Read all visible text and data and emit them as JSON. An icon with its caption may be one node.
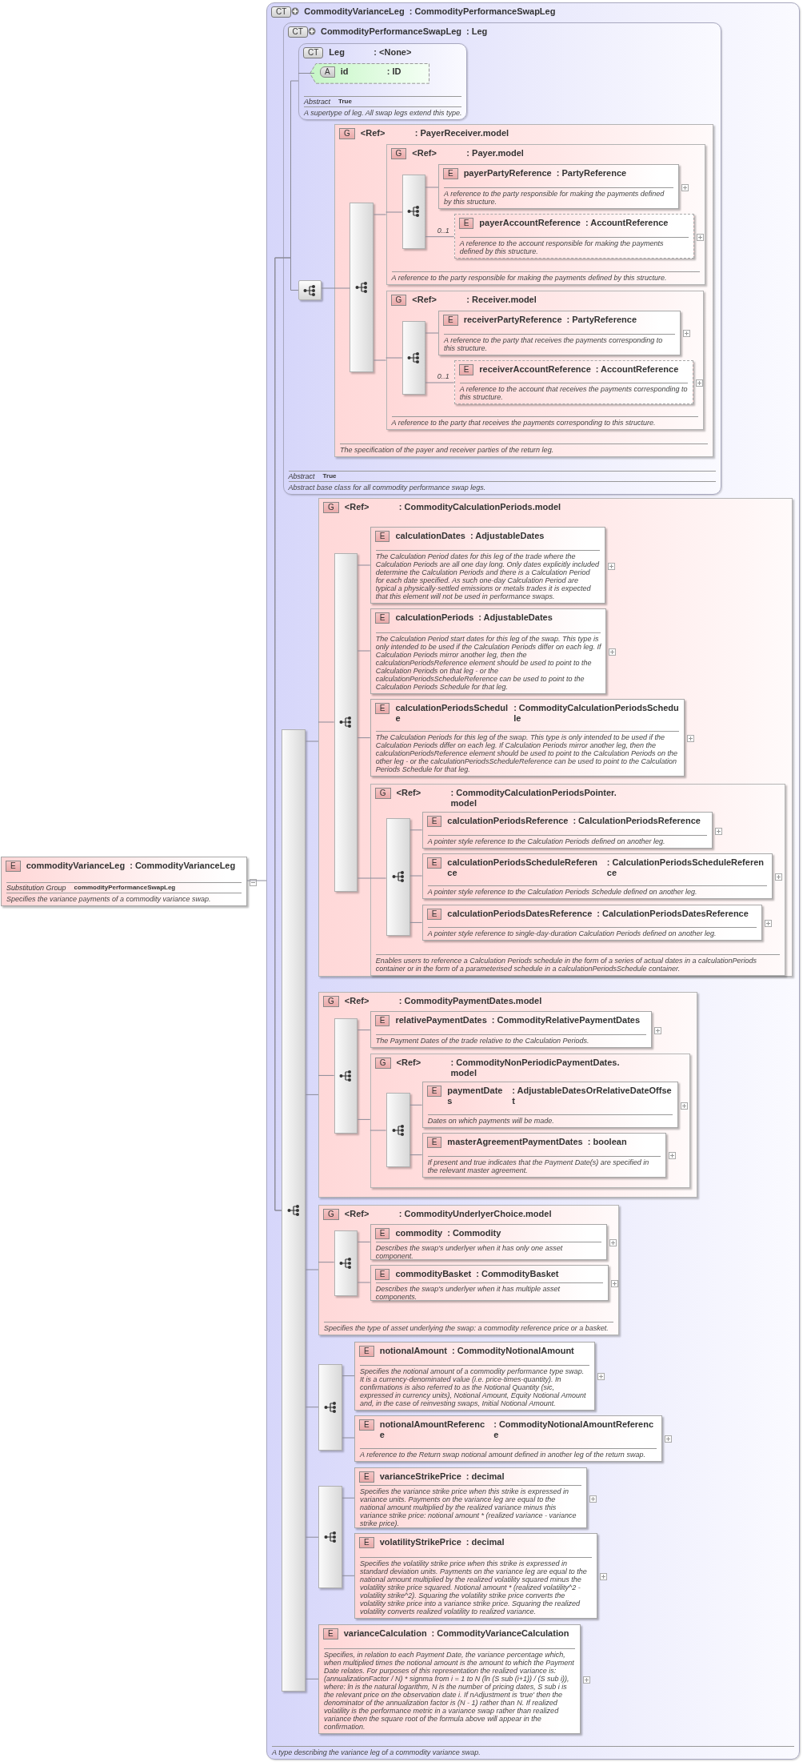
{
  "diagram": {
    "nodes": [
      {
        "text": [
          "E",
          "commodityVarianceLeg",
          ": CommodityVarianceLeg",
          "Substitution Group",
          "commodityPerformanceSwapLeg",
          "Specifies the variance payments of a commodity variance swap."
        ]
      },
      {
        "text": [
          "CT",
          "CommodityVarianceLeg",
          ": CommodityPerformanceSwapLeg",
          "A type describing the variance leg of a commodity variance swap."
        ]
      },
      {
        "text": [
          "CT",
          "CommodityPerformanceSwapLeg",
          ": Leg",
          "Abstract",
          "True",
          "Abstract base class for all commodity performance swap legs."
        ],
        "in": 1
      },
      {
        "text": [
          "CT",
          "Leg",
          ": <None>",
          "Abstract",
          "True",
          "A supertype of leg. All swap legs extend this type."
        ],
        "in": 2
      },
      {
        "text": [
          "A",
          "id",
          ": ID"
        ],
        "in": 3
      },
      {
        "text": [],
        "shape": "box",
        "in": 2
      },
      {
        "text": [
          "G",
          "<Ref>",
          ": PayerReceiver.model",
          "The specification of the payer and receiver parties of the return leg."
        ],
        "in": 2
      },
      {
        "text": [],
        "shape": "bar",
        "in": 6
      },
      {
        "text": [
          "G",
          "<Ref>",
          ": Payer.model",
          "A reference to the party responsible for making the payments defined by this structure."
        ],
        "in": 6
      },
      {
        "text": [],
        "shape": "bar",
        "in": 8
      },
      {
        "text": [
          "E",
          "payerPartyReference",
          ": PartyReference",
          "A reference to the party responsible for making the payments defined by this structure."
        ],
        "in": 8
      },
      {
        "text": [
          "E",
          "payerAccountReference",
          ": AccountReference",
          "A reference to the account responsible for making the payments defined by this structure."
        ],
        "in": 8,
        "beside": [
          "0..1"
        ]
      },
      {
        "text": [
          "G",
          "<Ref>",
          ": Receiver.model",
          "A reference to the party that receives the payments corresponding to this structure."
        ],
        "in": 6
      },
      {
        "text": [],
        "shape": "bar",
        "in": 12
      },
      {
        "text": [
          "E",
          "receiverPartyReference",
          ": PartyReference",
          "A reference to the party that receives the payments corresponding to this structure."
        ],
        "in": 12
      },
      {
        "text": [
          "E",
          "receiverAccountReference",
          ": AccountReference",
          "A reference to the account that receives the payments corresponding to this structure."
        ],
        "in": 12,
        "beside": [
          "0..1"
        ]
      },
      {
        "text": [],
        "shape": "bar",
        "in": 1
      },
      {
        "text": [
          "G",
          "<Ref>",
          ": CommodityCalculationPeriods.model"
        ],
        "in": 1
      },
      {
        "text": [],
        "shape": "bar",
        "in": 17
      },
      {
        "text": [
          "E",
          "calculationDates",
          ": AdjustableDates",
          "The Calculation Period dates for this leg of the trade where the Calculation Periods are all one day long. Only dates explicitly included determine the Calculation Periods and there is a Calculation Period for each date specified. As such one-day Calculation Period are typical a physically-settled emissions or metals trades it is expected that this element will not be used in performance swaps."
        ],
        "in": 17
      },
      {
        "text": [
          "E",
          "calculationPeriods",
          ": AdjustableDates",
          "The Calculation Period start dates for this leg of the swap. This type is only intended to be used if the Calculation Periods differ on each leg. If Calculation Periods mirror another leg, then the calculationPeriodsReference element should be used to point to the Calculation Periods on that leg - or the calculationPeriodsScheduleReference can be used to point to the Calculation Periods Schedule for that leg."
        ],
        "in": 17
      },
      {
        "text": [
          "E",
          "calculationPeriodsSchedule",
          ": CommodityCalculationPeriodsSchedule",
          "The Calculation Periods for this leg of the swap. This type is only intended to be used if the Calculation Periods differ on each leg. If Calculation Periods mirror another leg, then the calculationPeriodsReference element should be used to point to the Calculation Periods on the other leg - or the calculationPeriodsScheduleReference can be used to point to the Calculation Periods Schedule for that leg."
        ],
        "in": 17
      },
      {
        "text": [
          "G",
          "<Ref>",
          ": CommodityCalculationPeriodsPointer.model",
          "Enables users to reference a Calculation Periods schedule in the form of a series of actual dates in a calculationPeriods container or in the form of a parameterised schedule in a calculationPeriodsSchedule container."
        ],
        "in": 17
      },
      {
        "text": [],
        "shape": "bar",
        "in": 22
      },
      {
        "text": [
          "E",
          "calculationPeriodsReference",
          ": CalculationPeriodsReference",
          "A pointer style reference to the Calculation Periods defined on another leg."
        ],
        "in": 22
      },
      {
        "text": [
          "E",
          "calculationPeriodsScheduleReference",
          ": CalculationPeriodsScheduleReference",
          "A pointer style reference to the Calculation Periods Schedule defined on another leg."
        ],
        "in": 22
      },
      {
        "text": [
          "E",
          "calculationPeriodsDatesReference",
          ": CalculationPeriodsDatesReference",
          "A pointer style reference to single-day-duration Calculation Periods defined on another leg."
        ],
        "in": 22
      },
      {
        "text": [
          "G",
          "<Ref>",
          ": CommodityPaymentDates.model"
        ],
        "in": 1
      },
      {
        "text": [],
        "shape": "bar",
        "in": 27
      },
      {
        "text": [
          "E",
          "relativePaymentDates",
          ": CommodityRelativePaymentDates",
          "The Payment Dates of the trade relative to the Calculation Periods."
        ],
        "in": 27
      },
      {
        "text": [
          "G",
          "<Ref>",
          ": CommodityNonPeriodicPaymentDates.model"
        ],
        "in": 27
      },
      {
        "text": [],
        "shape": "bar",
        "in": 30
      },
      {
        "text": [
          "E",
          "paymentDates",
          ": AdjustableDatesOrRelativeDateOffset",
          "Dates on which payments will be made."
        ],
        "in": 30
      },
      {
        "text": [
          "E",
          "masterAgreementPaymentDates",
          ": boolean",
          "If present and true indicates that the Payment Date(s) are specified in the relevant master agreement."
        ],
        "in": 30
      },
      {
        "text": [
          "G",
          "<Ref>",
          ": CommodityUnderlyerChoice.model",
          "Specifies the type of asset underlying the swap: a commodity reference price or a basket."
        ],
        "in": 1
      },
      {
        "text": [],
        "shape": "bar",
        "in": 34
      },
      {
        "text": [
          "E",
          "commodity",
          ": Commodity",
          "Describes the swap's underlyer when it has only one asset component."
        ],
        "in": 34
      },
      {
        "text": [
          "E",
          "commodityBasket",
          ": CommodityBasket",
          "Describes the swap's underlyer when it has multiple asset components."
        ],
        "in": 34
      },
      {
        "text": [],
        "shape": "bar",
        "in": 1
      },
      {
        "text": [
          "E",
          "notionalAmount",
          ": CommodityNotionalAmount",
          "Specifies the notional amount of a commodity performance type swap. It is a currency-denominated value (i.e. price-times-quantity). In confirmations is also referred to as the Notional Quantity (sic, expressed in currency units), Notional Amount, Equity Notional Amount and, in the case of reinvesting swaps, Initial Notional Amount."
        ],
        "in": 1
      },
      {
        "text": [
          "E",
          "notionalAmountReference",
          ": CommodityNotionalAmountReference",
          "A reference to the Return swap notional amount defined in another leg of the return swap."
        ],
        "in": 1
      },
      {
        "text": [],
        "shape": "bar",
        "in": 1
      },
      {
        "text": [
          "E",
          "varianceStrikePrice",
          ": decimal",
          "Specifies the variance strike price when this strike is expressed in variance units. Payments on the variance leg are equal to the national amount multiplied by the realized variance minus this variance strike price: notional amount * (realized variance - variance strike price)."
        ],
        "in": 1
      },
      {
        "text": [
          "E",
          "volatilityStrikePrice",
          ": decimal",
          "Specifies the volatility strike price when this strike is expressed in standard deviation units. Payments on the variance leg are equal to the national amount multiplied by the realized volatility squared minus the volatility strike price squared. Notional amount * (realized volatility^2 - volatility strike^2). Squaring the volatility strike price converts the volatility strike price into a variance strike price. Squaring the realized volatility converts realized volatility to realized variance."
        ],
        "in": 1
      },
      {
        "text": [
          "E",
          "varianceCalculation",
          ": CommodityVarianceCalculation",
          "Specifies, in relation to each Payment Date, the variance percentage which, when multiplied times the notional amount is the amount to which the Payment Date relates. For purposes of this representation the realized variance is: (annualizationFactor / N) * signma from i = 1 to N (ln (S sub (i+1)) / (S sub i)), where: ln is the natural logarithm, N is the number of pricing dates, S sub i is the relevant price on the observation date i. If nAdjustment is 'true' then the denominator of the annualization factor is (N - 1) rather than N. If realized volatility is the performance metric in a variance swap rather than realized variance then the square root of the formula above will appear in the confirmation."
        ],
        "in": 1
      }
    ],
    "edges": [
      {
        "from": 0,
        "to": 1,
        "arrow": "none"
      },
      {
        "from": 16,
        "to": 3,
        "arrow": "none"
      },
      {
        "from": 16,
        "to": 5,
        "arrow": "none"
      },
      {
        "from": 3,
        "to": 4,
        "arrow": "none"
      },
      {
        "from": 5,
        "to": 6,
        "arrow": "none"
      },
      {
        "from": 6,
        "to": 7,
        "arrow": "none"
      },
      {
        "from": 7,
        "to": 8,
        "arrow": "none"
      },
      {
        "from": 7,
        "to": 12,
        "arrow": "none"
      },
      {
        "from": 8,
        "to": 9,
        "arrow": "none"
      },
      {
        "from": 9,
        "to": 10,
        "arrow": "none"
      },
      {
        "from": 9,
        "to": 11,
        "arrow": "none"
      },
      {
        "from": 12,
        "to": 13,
        "arrow": "none"
      },
      {
        "from": 13,
        "to": 14,
        "arrow": "none"
      },
      {
        "from": 13,
        "to": 15,
        "arrow": "none"
      },
      {
        "from": 16,
        "to": 17,
        "arrow": "none"
      },
      {
        "from": 17,
        "to": 18,
        "arrow": "none"
      },
      {
        "from": 18,
        "to": 19,
        "arrow": "none"
      },
      {
        "from": 18,
        "to": 20,
        "arrow": "none"
      },
      {
        "from": 18,
        "to": 21,
        "arrow": "none"
      },
      {
        "from": 18,
        "to": 22,
        "arrow": "none"
      },
      {
        "from": 22,
        "to": 23,
        "arrow": "none"
      },
      {
        "from": 23,
        "to": 24,
        "arrow": "none"
      },
      {
        "from": 23,
        "to": 25,
        "arrow": "none"
      },
      {
        "from": 23,
        "to": 26,
        "arrow": "none"
      },
      {
        "from": 16,
        "to": 27,
        "arrow": "none"
      },
      {
        "from": 27,
        "to": 28,
        "arrow": "none"
      },
      {
        "from": 28,
        "to": 29,
        "arrow": "none"
      },
      {
        "from": 28,
        "to": 30,
        "arrow": "none"
      },
      {
        "from": 30,
        "to": 31,
        "arrow": "none"
      },
      {
        "from": 31,
        "to": 32,
        "arrow": "none"
      },
      {
        "from": 31,
        "to": 33,
        "arrow": "none"
      },
      {
        "from": 16,
        "to": 34,
        "arrow": "none"
      },
      {
        "from": 34,
        "to": 35,
        "arrow": "none"
      },
      {
        "from": 35,
        "to": 36,
        "arrow": "none"
      },
      {
        "from": 35,
        "to": 37,
        "arrow": "none"
      },
      {
        "from": 16,
        "to": 38,
        "arrow": "none"
      },
      {
        "from": 38,
        "to": 39,
        "arrow": "none"
      },
      {
        "from": 38,
        "to": 40,
        "arrow": "none"
      },
      {
        "from": 16,
        "to": 41,
        "arrow": "none"
      },
      {
        "from": 41,
        "to": 42,
        "arrow": "none"
      },
      {
        "from": 41,
        "to": 43,
        "arrow": "none"
      },
      {
        "from": 16,
        "to": 44,
        "arrow": "none"
      }
    ]
  }
}
